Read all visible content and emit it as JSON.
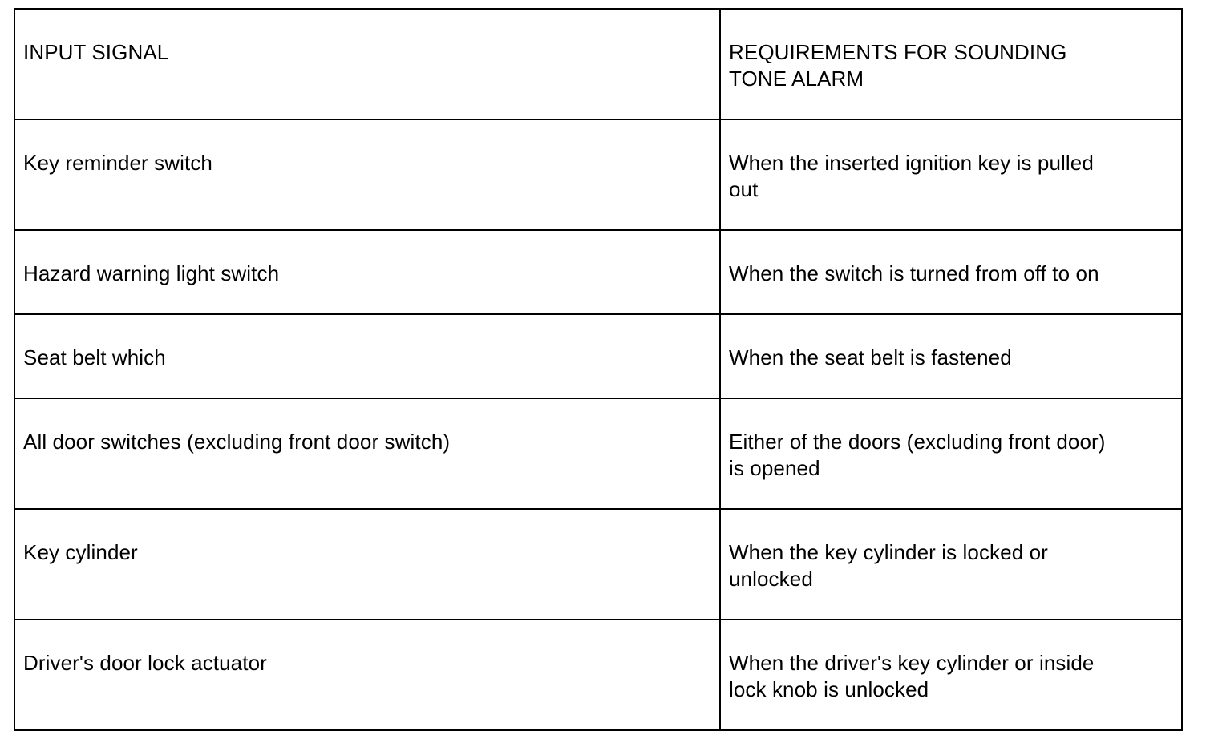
{
  "document": {
    "type": "table",
    "background_color": "#ffffff",
    "text_color": "#000000",
    "border_color": "#000000"
  },
  "table": {
    "columns": [
      {
        "key": "input_signal",
        "header": "INPUT SIGNAL"
      },
      {
        "key": "requirements",
        "header": "REQUIREMENTS FOR SOUNDING\nTONE ALARM"
      }
    ],
    "rows": [
      {
        "input_signal": "Key reminder switch",
        "requirements": "When the inserted ignition key is pulled\nout"
      },
      {
        "input_signal": "Hazard warning light switch",
        "requirements": "When the switch is turned from off to on"
      },
      {
        "input_signal": "Seat belt which",
        "requirements": "When the seat belt is fastened"
      },
      {
        "input_signal": "All door switches (excluding front door switch)",
        "requirements": "Either of the doors (excluding front door)\nis opened"
      },
      {
        "input_signal": "Key cylinder",
        "requirements": "When the key cylinder is locked or\nunlocked"
      },
      {
        "input_signal": "Driver's door lock actuator",
        "requirements": "When the driver's key cylinder or inside\nlock knob is unlocked"
      }
    ]
  }
}
